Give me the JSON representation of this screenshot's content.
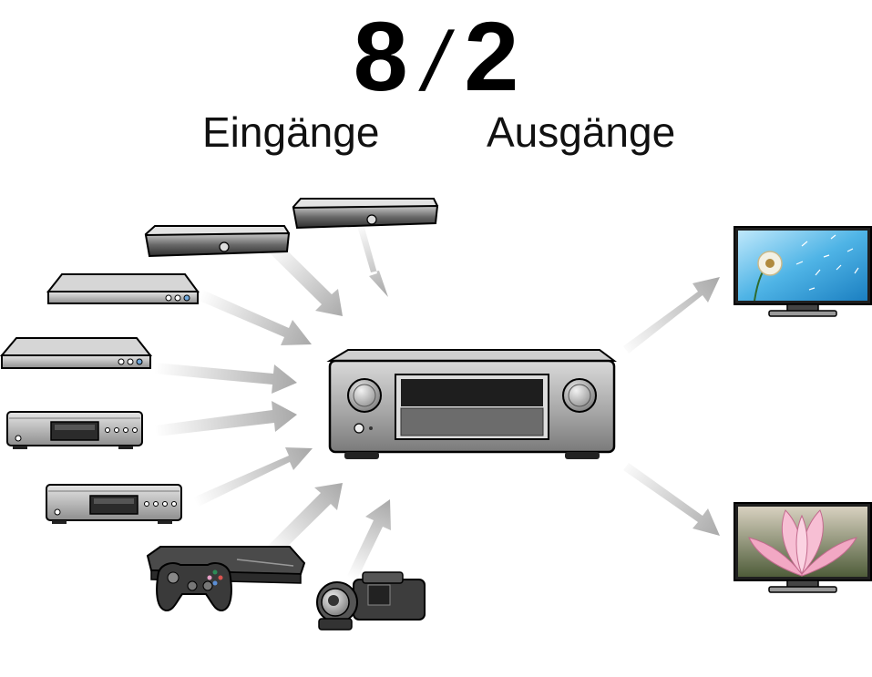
{
  "header": {
    "input_count": "8",
    "separator": "/",
    "output_count": "2",
    "inputs_label": "Eingänge",
    "outputs_label": "Ausgänge"
  },
  "devices": {
    "inputs": [
      {
        "name": "set-top-box",
        "icon": "set-top-box-icon"
      },
      {
        "name": "set-top-box",
        "icon": "set-top-box-icon"
      },
      {
        "name": "blu-ray-player",
        "icon": "disc-player-icon"
      },
      {
        "name": "dvd-player",
        "icon": "disc-player-icon"
      },
      {
        "name": "cd-player",
        "icon": "cd-player-icon"
      },
      {
        "name": "cd-player",
        "icon": "cd-player-icon"
      },
      {
        "name": "game-console",
        "icon": "game-console-icon"
      },
      {
        "name": "camcorder",
        "icon": "camcorder-icon"
      }
    ],
    "receiver": {
      "icon": "av-receiver-icon"
    },
    "outputs": [
      {
        "icon": "tv-icon",
        "picture": "dandelion"
      },
      {
        "icon": "tv-icon",
        "picture": "lotus-flower"
      }
    ]
  },
  "colors": {
    "text": "#000000",
    "arrow": "#a9a9a9",
    "device_body": "#c8c8c8",
    "device_dark": "#3a3a3a"
  }
}
